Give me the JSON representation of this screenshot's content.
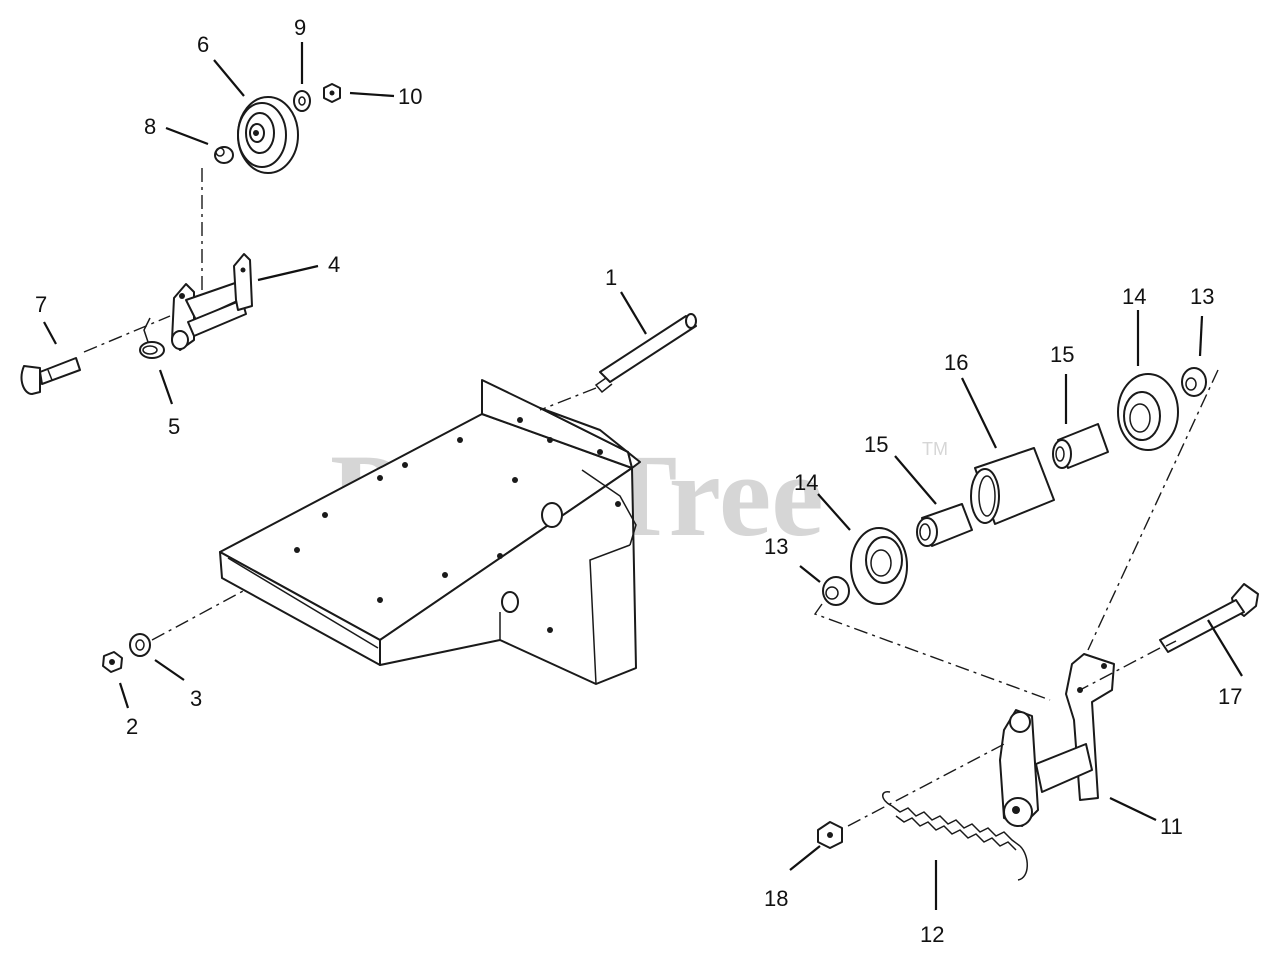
{
  "watermark": {
    "text": "PartsTree",
    "trademark": "TM"
  },
  "callouts": {
    "c1": "1",
    "c2": "2",
    "c3": "3",
    "c4": "4",
    "c5": "5",
    "c6": "6",
    "c7": "7",
    "c8": "8",
    "c9": "9",
    "c10": "10",
    "c11": "11",
    "c12": "12",
    "c13a": "13",
    "c13b": "13",
    "c14a": "14",
    "c14b": "14",
    "c15a": "15",
    "c15b": "15",
    "c16": "16",
    "c17": "17",
    "c18": "18"
  }
}
